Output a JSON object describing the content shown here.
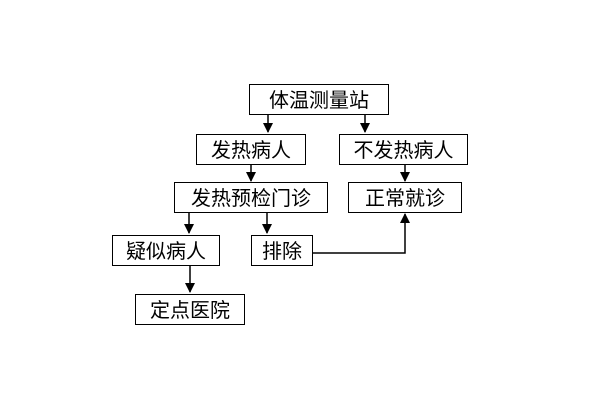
{
  "diagram": {
    "nodes": {
      "station": {
        "label": "体温测量站"
      },
      "fever": {
        "label": "发热病人"
      },
      "nofever": {
        "label": "不发热病人"
      },
      "precheck": {
        "label": "发热预检门诊"
      },
      "normal": {
        "label": "正常就诊"
      },
      "suspect": {
        "label": "疑似病人"
      },
      "exclude": {
        "label": "排除"
      },
      "hospital": {
        "label": "定点医院"
      }
    },
    "edges": [
      {
        "from": "station",
        "to": "fever"
      },
      {
        "from": "station",
        "to": "nofever"
      },
      {
        "from": "fever",
        "to": "precheck"
      },
      {
        "from": "precheck",
        "to": "suspect"
      },
      {
        "from": "precheck",
        "to": "exclude"
      },
      {
        "from": "nofever",
        "to": "normal"
      },
      {
        "from": "suspect",
        "to": "hospital"
      },
      {
        "from": "exclude",
        "to": "normal"
      }
    ]
  }
}
